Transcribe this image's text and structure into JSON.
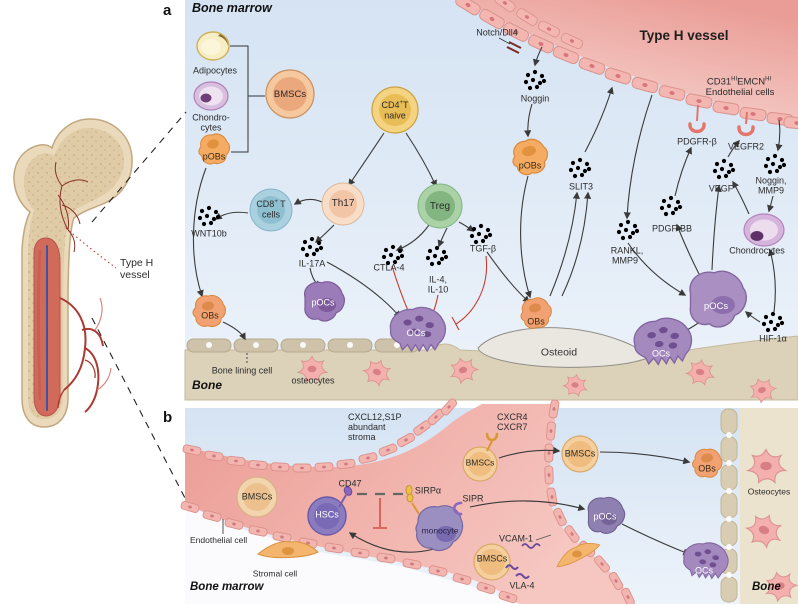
{
  "left_figure": {
    "type_h_1": "Type H",
    "type_h_2": "vessel"
  },
  "panel_a": {
    "id": "a",
    "title": "Bone marrow",
    "bone": "Bone",
    "vessel_title": "Type H vessel",
    "notch": "Notch/Dll4",
    "cd31_p1": "CD31",
    "cd31_s1": "HI",
    "cd31_p2": "EMCN",
    "cd31_s2": "HI",
    "cd31_line2": "Endothelial cells",
    "adipocytes": "Adipocytes",
    "bmscs": "BMSCs",
    "chondro_1": "Chondro-",
    "chondro_2": "cytes",
    "pobs_left": "pOBs",
    "cd4_p1": "CD4",
    "cd4_sup": "+",
    "cd4_p2": "T",
    "cd4_line2": "naive",
    "cd8_p1": "CD8",
    "cd8_sup": "+",
    "cd8_p2": " T",
    "cd8_line2": "cells",
    "th17": "Th17",
    "treg": "Treg",
    "wnt10b": "WNT10b",
    "il17a": "IL-17A",
    "ctla4": "CTLA-4",
    "il4_1": "IL-4,",
    "il4_2": "IL-10",
    "tgfb": "TGF-β",
    "noggin": "Noggin",
    "pobs_mid": "pOBs",
    "slit3": "SLIT3",
    "rankl_1": "RANKL,",
    "rankl_2": "MMP9",
    "pdgfbb": "PDGF-BB",
    "vegf": "VEGF",
    "noggin_mmp9_1": "Noggin,",
    "noggin_mmp9_2": "MMP9",
    "pdgfrb": "PDGFR-β",
    "vegfr2": "VEGFR2",
    "chondrocytes_right": "Chondrocytes",
    "hif1a": "HIF-1α",
    "pocs_left": "pOCs",
    "pocs_right": "pOCs",
    "ocs_mid": "OCs",
    "ocs_right": "OCs",
    "obs_left": "OBs",
    "obs_mid": "OBs",
    "osteoid": "Osteoid",
    "bone_lining": "Bone lining cell",
    "osteocytes": "osteocytes"
  },
  "panel_b": {
    "id": "b",
    "title": "Bone marrow",
    "bone": "Bone",
    "stroma_1": "CXCL12,S1P",
    "stroma_2": "abundant",
    "stroma_3": "stroma",
    "cxcr_1": "CXCR4",
    "cxcr_2": "CXCR7",
    "bmscs_vessel_top": "BMSCs",
    "bmscs_out": "BMSCs",
    "bmscs_left": "BMSCs",
    "bmscs_bottom": "BMSCs",
    "cd47": "CD47",
    "hscs": "HSCs",
    "sirpa": "SIRPα",
    "sipr": "SIPR",
    "monocyte": "monocyte",
    "endothelial": "Endothelial cell",
    "stromal": "Stromal cell",
    "vcam1": "VCAM-1",
    "vla4": "VLA-4",
    "pocs": "pOCs",
    "ocs": "OCs",
    "obs": "OBs",
    "osteocytes": "Osteocytes"
  },
  "colors": {
    "background_blue": "#d8e5f3",
    "vessel_pink_dark": "#ec9d96",
    "vessel_wall": "#f3b5af",
    "bone_tan": "#dcd2ba",
    "osteoid_gray": "#eae7e0",
    "arrow_dark": "#3a3a3a",
    "inhibition_red": "#cb3a30",
    "osteoblast_orange": "#f5ab62",
    "osteoclast_purple": "#a489bf",
    "treg_green": "#abd2a6",
    "th17_peach": "#f8ddc9",
    "cd8_blue": "#abd0e0",
    "cd4_gold": "#f4d383",
    "receptor_gold": "#d89a30",
    "receptor_purple": "#8a68bd"
  }
}
